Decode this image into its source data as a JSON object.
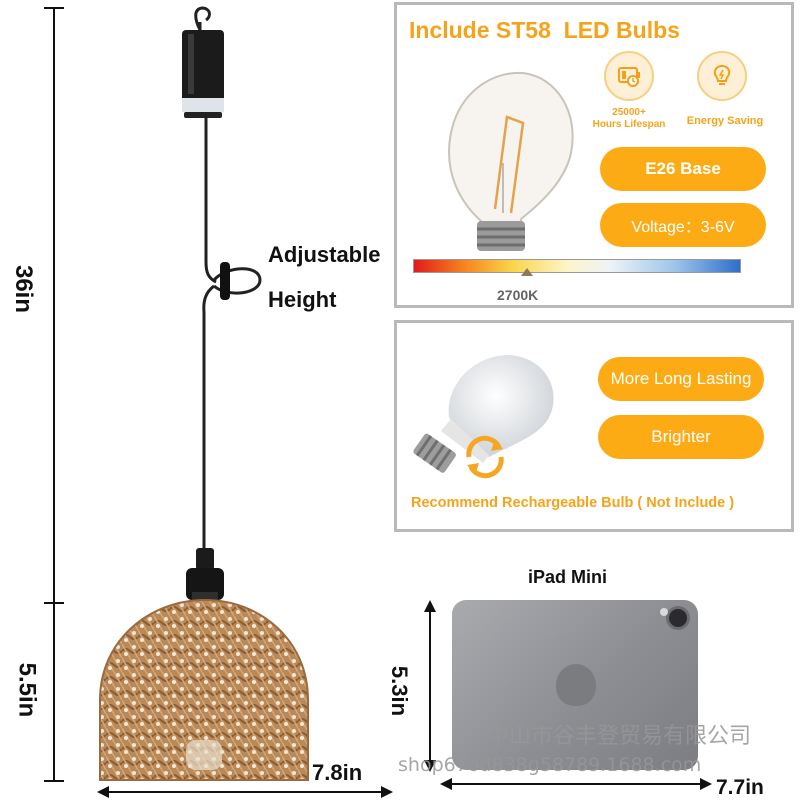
{
  "dimensions": {
    "total_height": "36in",
    "shade_height": "5.5in",
    "shade_width": "7.8in",
    "ipad_height": "5.3in",
    "ipad_width": "7.7in"
  },
  "cord": {
    "adjustable_line1": "Adjustable",
    "adjustable_line2": "Height"
  },
  "bulb_panel": {
    "title": "Include ST58  LED Bulbs",
    "feature1_line1": "25000+",
    "feature1_line2": "Hours Lifespan",
    "feature1_icon": "battery-clock-icon",
    "feature2_label": "Energy Saving",
    "feature2_icon": "lightbulb-icon",
    "base_label": "E26 Base",
    "voltage_label": "Voltage：3-6V",
    "color_temp": "2700K"
  },
  "recommend_panel": {
    "pill1": "More Long Lasting",
    "pill2": "Brighter",
    "caption": "Recommend Rechargeable Bulb ( Not Include )"
  },
  "ipad": {
    "title": "iPad Mini"
  },
  "watermark": {
    "company": "中山市谷丰登贸易有限公司",
    "shop": "shop67od838g58789.1688.com"
  },
  "colors": {
    "accent": "#fcab15",
    "title_orange": "#f7a31a",
    "panel_border": "#b9b9b9",
    "rattan": "#b9895a"
  }
}
